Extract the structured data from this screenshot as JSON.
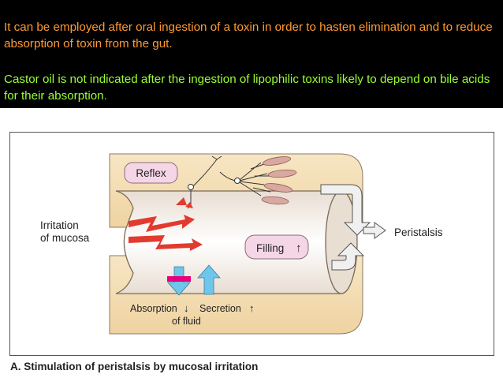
{
  "slide": {
    "paragraph1": "It can be employed after oral ingestion of a toxin in order to hasten elimination and to reduce absorption of toxin from the gut.",
    "paragraph2_main": "Castor oil is not indicated after the ingestion of lipophilic toxins likely to depend on bile acids for their absorption",
    "paragraph2_end": ".",
    "colors": {
      "background": "#000000",
      "paragraph1": "#ff9933",
      "paragraph2": "#99ff33",
      "arrow_blue": "#6ec6ea",
      "arrow_red": "#e23a2f",
      "marker": "#e6007e",
      "tissue": "#f2d9ad"
    }
  },
  "diagram": {
    "reflex_label": "Reflex",
    "irritation_line1": "Irritation",
    "irritation_line2": "of mucosa",
    "filling_label": "Filling",
    "filling_arrow": "↑",
    "peristalsis_label": "Peristalsis",
    "absorption_label": "Absorption",
    "absorption_arrow": "↓",
    "secretion_label": "Secretion",
    "secretion_arrow": "↑",
    "fluid_label": "of fluid",
    "caption": "A. Stimulation of peristalsis by mucosal irritation"
  }
}
